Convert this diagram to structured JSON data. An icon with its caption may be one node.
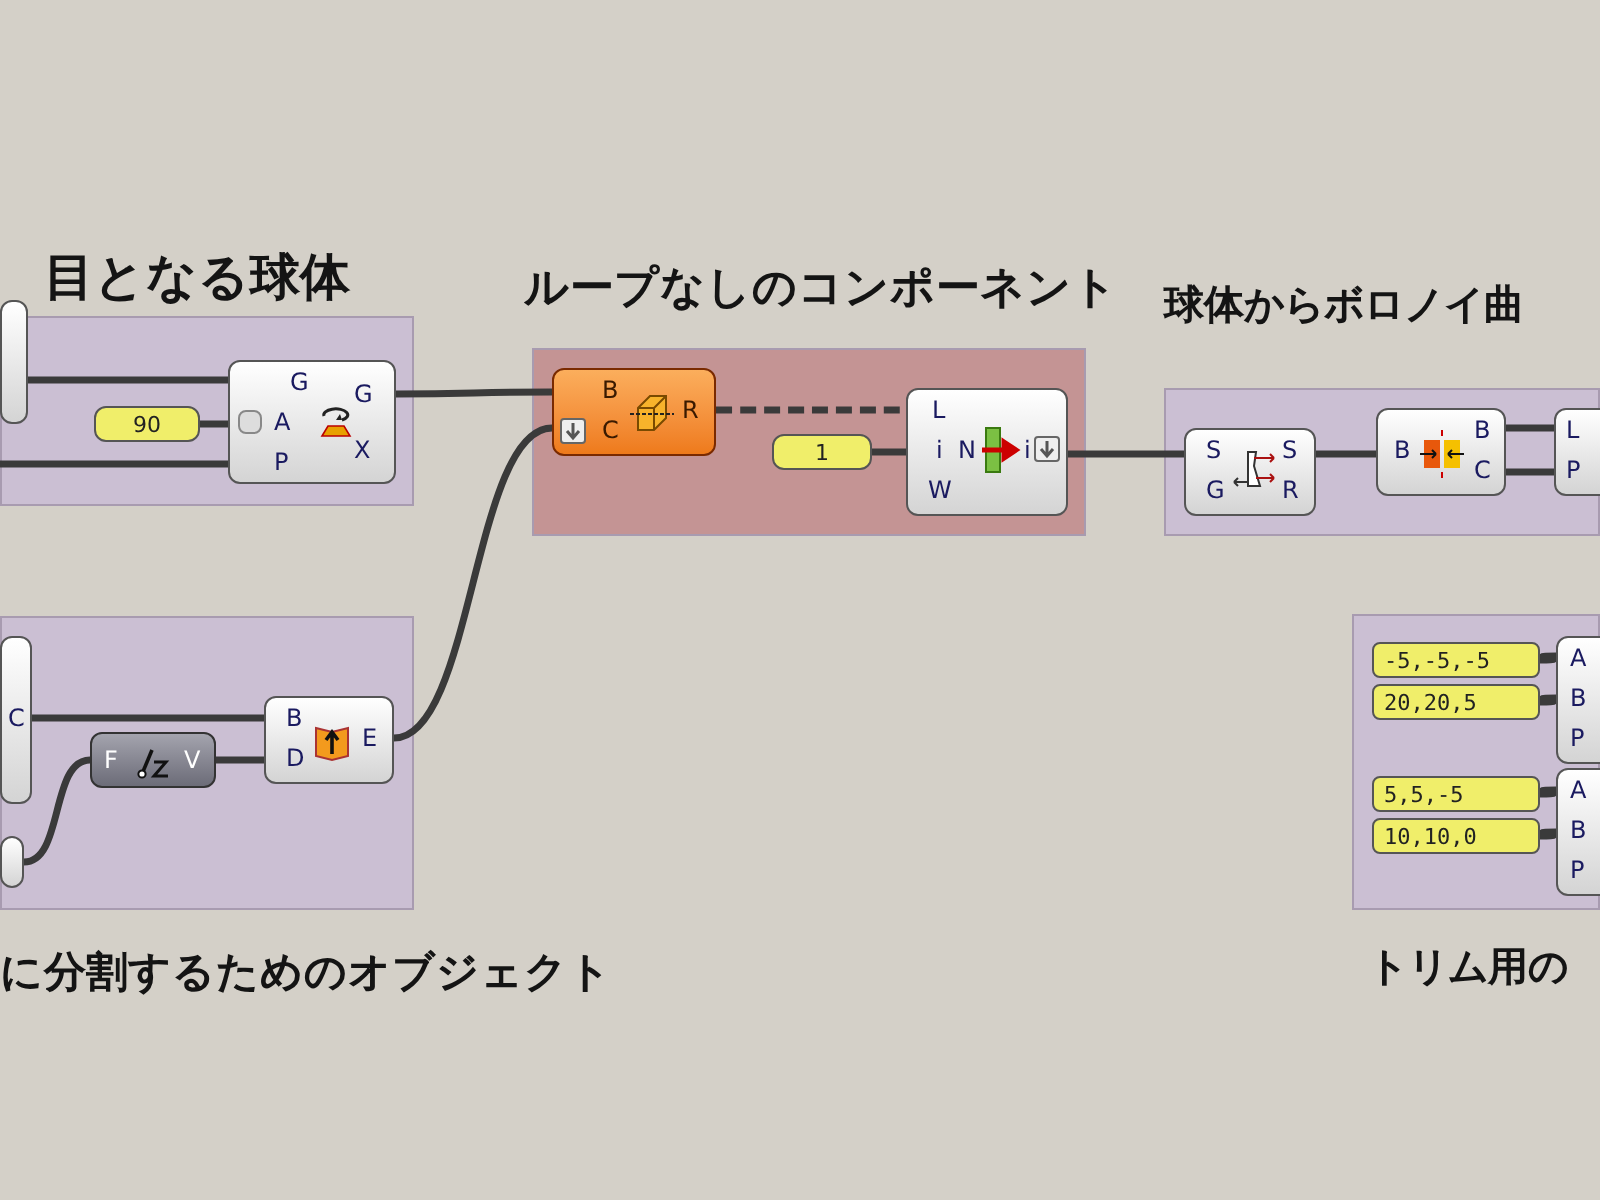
{
  "diagram": {
    "nodes": [
      {
        "text": [
          "目となる球体"
        ]
      },
      {
        "text": [],
        "shape": "box",
        "in": 0
      },
      {
        "text": [
          "90"
        ],
        "in": 0
      },
      {
        "text": [
          "G",
          "A",
          "P",
          "G",
          "X"
        ],
        "in": 0
      },
      {
        "text": [
          "に分割するためのオブジェクト"
        ]
      },
      {
        "text": [
          "C"
        ],
        "in": 4
      },
      {
        "text": [],
        "shape": "box",
        "in": 4
      },
      {
        "text": [
          "F",
          "V"
        ],
        "in": 4
      },
      {
        "text": [
          "B",
          "D",
          "E"
        ],
        "in": 4
      },
      {
        "text": [
          "ループなしのコンポーネント"
        ]
      },
      {
        "text": [
          "B",
          "C",
          "R"
        ],
        "in": 9
      },
      {
        "text": [
          "1"
        ],
        "in": 9
      },
      {
        "text": [
          "L",
          "i",
          "W",
          "N",
          "i"
        ],
        "in": 9
      },
      {
        "text": [
          "球体からボロノイ曲"
        ]
      },
      {
        "text": [
          "S",
          "G",
          "S",
          "R"
        ],
        "in": 13
      },
      {
        "text": [
          "B",
          "B",
          "C"
        ],
        "in": 13
      },
      {
        "text": [
          "L",
          "P"
        ],
        "in": 13
      },
      {
        "text": [
          "トリム用の"
        ]
      },
      {
        "text": [
          "-5,-5,-5"
        ],
        "in": 17
      },
      {
        "text": [
          "20,20,5"
        ],
        "in": 17
      },
      {
        "text": [
          "5,5,-5"
        ],
        "in": 17
      },
      {
        "text": [
          "10,10,0"
        ],
        "in": 17
      },
      {
        "text": [
          "A",
          "B",
          "P"
        ],
        "in": 17
      },
      {
        "text": [
          "A",
          "B",
          "P"
        ],
        "in": 17
      }
    ],
    "edges": [
      {
        "from": 1,
        "to": 3,
        "arrow": "none"
      },
      {
        "from": 2,
        "to": 3,
        "arrow": "none"
      },
      {
        "from": null,
        "to": 3,
        "arrow": "none"
      },
      {
        "from": 3,
        "to": 10,
        "arrow": "none"
      },
      {
        "from": 5,
        "to": 8,
        "arrow": "none"
      },
      {
        "from": 6,
        "to": 7,
        "arrow": "none"
      },
      {
        "from": 7,
        "to": 8,
        "arrow": "none"
      },
      {
        "from": 8,
        "to": 10,
        "arrow": "none"
      },
      {
        "from": 10,
        "to": 12,
        "arrow": "none",
        "style": "dashed"
      },
      {
        "from": 11,
        "to": 12,
        "arrow": "none"
      },
      {
        "from": 12,
        "to": 14,
        "arrow": "none"
      },
      {
        "from": 14,
        "to": 15,
        "arrow": "none"
      },
      {
        "from": 15,
        "to": 16,
        "arrow": "none"
      },
      {
        "from": 15,
        "to": 16,
        "arrow": "none"
      },
      {
        "from": 18,
        "to": 22,
        "arrow": "none"
      },
      {
        "from": 19,
        "to": 22,
        "arrow": "none"
      },
      {
        "from": 20,
        "to": 23,
        "arrow": "none"
      },
      {
        "from": 21,
        "to": 23,
        "arrow": "none"
      }
    ]
  }
}
